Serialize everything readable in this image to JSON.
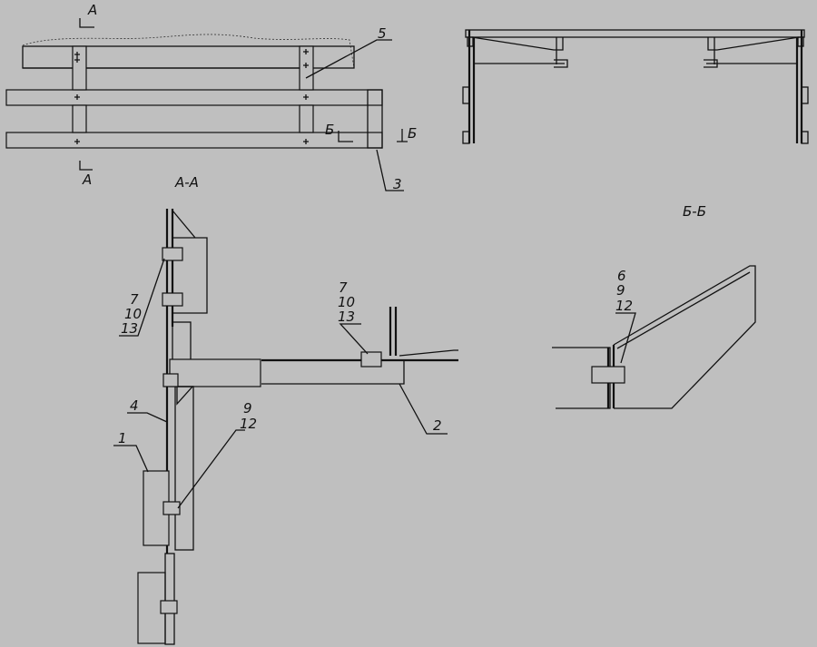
{
  "title": "Assembly drawing with sections А-А and Б-Б",
  "section_marks": {
    "a_top": "А",
    "a_bottom": "А",
    "b_left": "Б",
    "b_right": "Б"
  },
  "view_titles": {
    "section_a": "А-А",
    "section_b": "Б-Б"
  },
  "callouts": {
    "top_5": "5",
    "top_3": "3",
    "aa_left_group": [
      "7",
      "10",
      "13"
    ],
    "aa_right_group": [
      "7",
      "10",
      "13"
    ],
    "aa_4": "4",
    "aa_1": "1",
    "aa_lower_group": [
      "9",
      "12"
    ],
    "aa_2": "2",
    "bb_group": [
      "6",
      "9",
      "12"
    ]
  }
}
